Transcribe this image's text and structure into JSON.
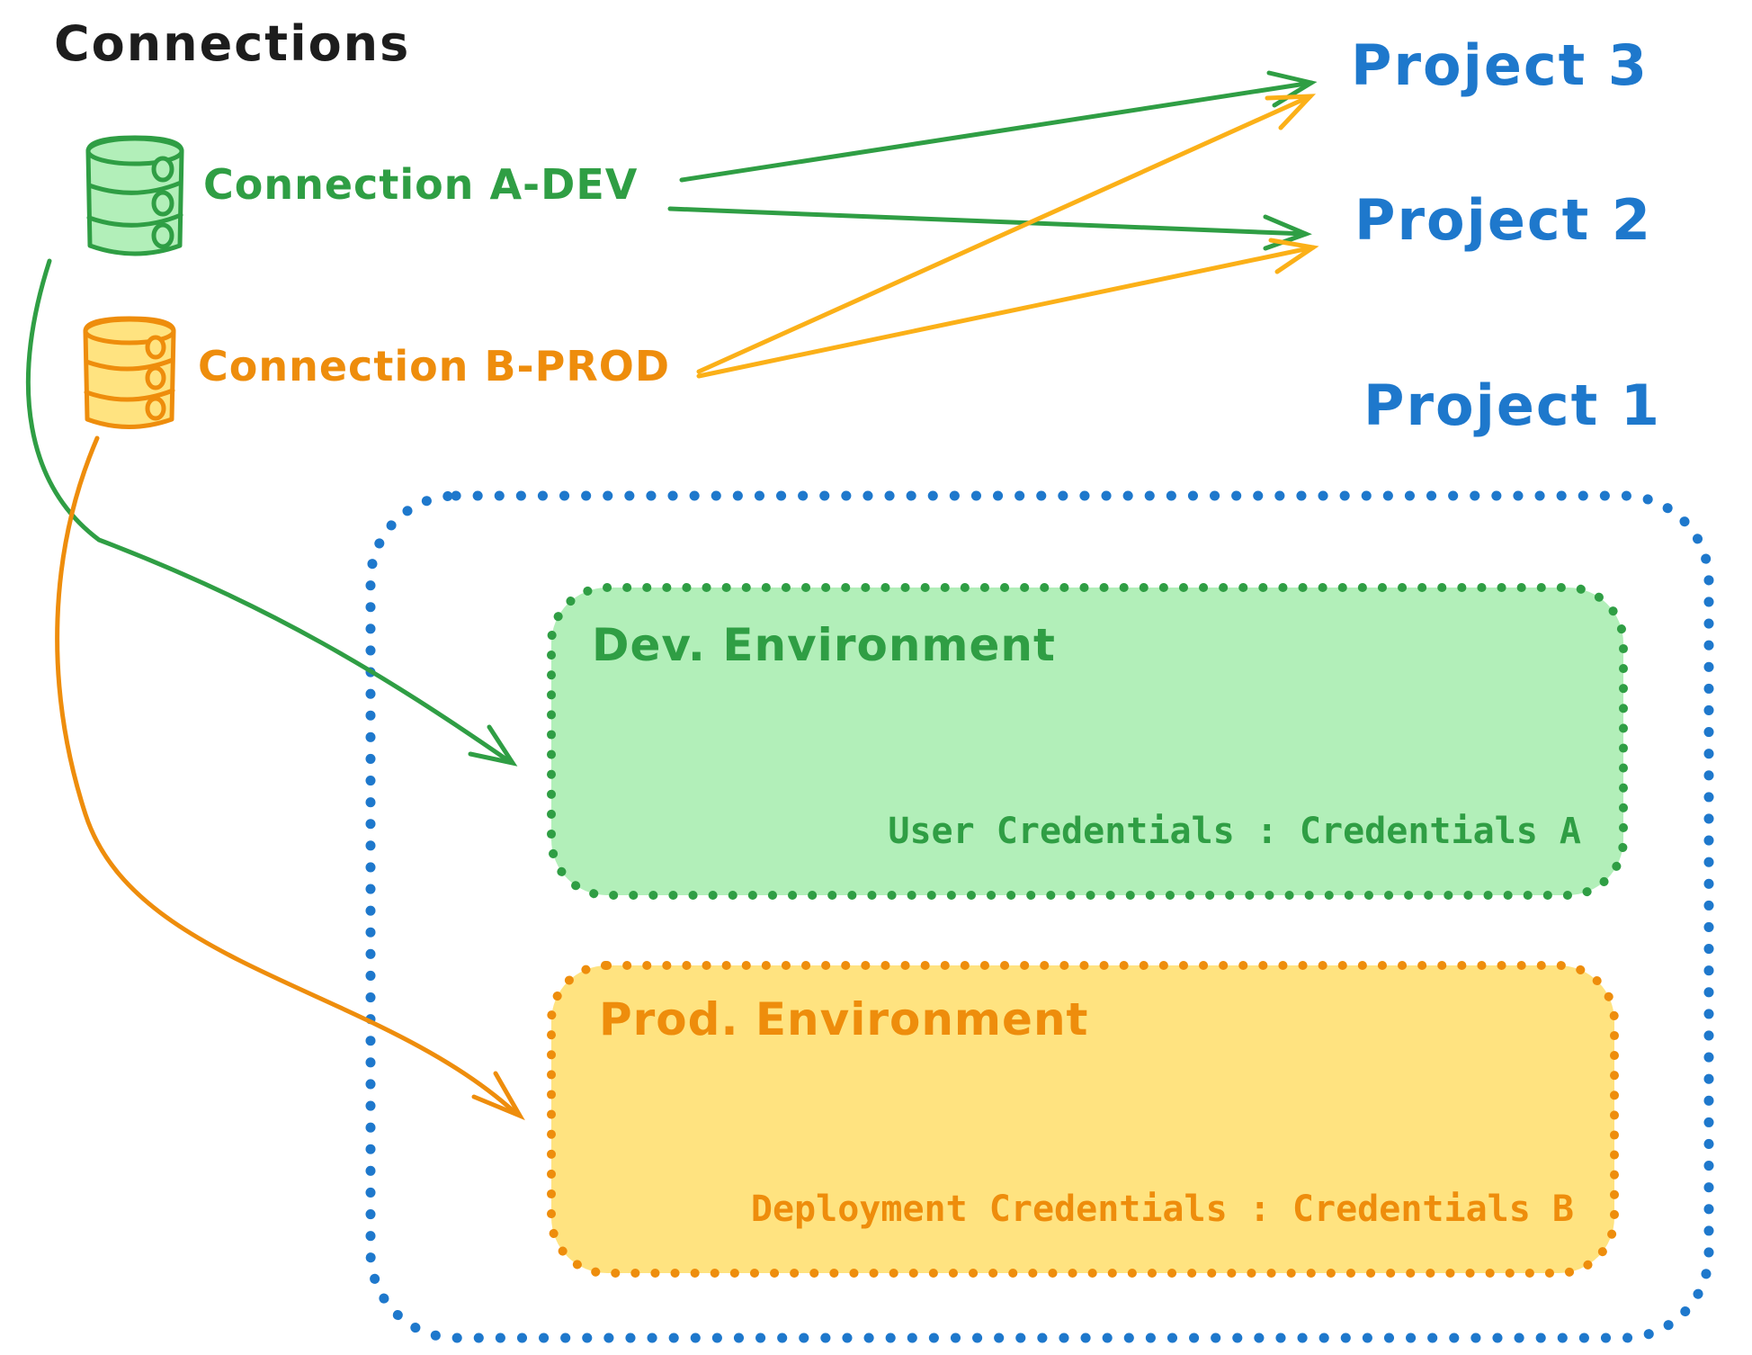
{
  "title": "Connections",
  "colors": {
    "black": "#1d1d1d",
    "green": "#2f9e44",
    "green_fill": "#b2efb9",
    "orange": "#ee8d0c",
    "yellow_fill": "#ffe380",
    "blue": "#1e78cc",
    "background": "#ffffff"
  },
  "connections": [
    {
      "label": "Connection A-DEV"
    },
    {
      "label": "Connection B-PROD"
    }
  ],
  "projects": [
    {
      "label": "Project 3"
    },
    {
      "label": "Project 2"
    },
    {
      "label": "Project 1"
    }
  ],
  "project1": {
    "dev": {
      "title": "Dev. Environment",
      "credentials": "User Credentials : Credentials A"
    },
    "prod": {
      "title": "Prod. Environment",
      "credentials": "Deployment Credentials : Credentials B"
    }
  }
}
